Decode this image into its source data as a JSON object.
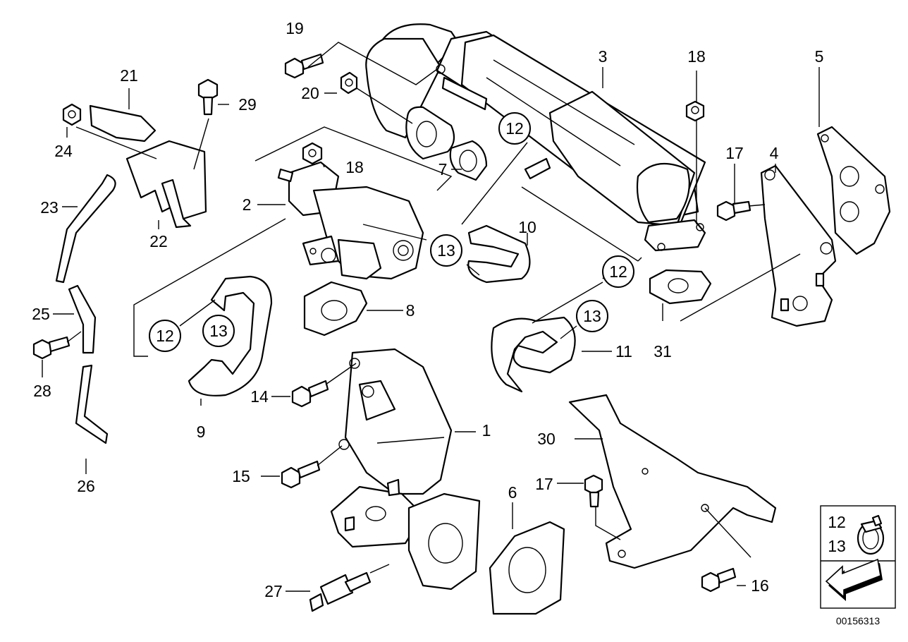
{
  "labels": {
    "p1": "1",
    "p2": "2",
    "p3": "3",
    "p4": "4",
    "p5": "5",
    "p6": "6",
    "p7": "7",
    "p8": "8",
    "p9": "9",
    "p10": "10",
    "p11": "11",
    "p14": "14",
    "p15": "15",
    "p16": "16",
    "p17a": "17",
    "p17b": "17",
    "p18a": "18",
    "p18b": "18",
    "p19": "19",
    "p20": "20",
    "p21": "21",
    "p22": "22",
    "p23": "23",
    "p24": "24",
    "p25": "25",
    "p26": "26",
    "p27": "27",
    "p28": "28",
    "p29": "29",
    "p30": "30",
    "p31": "31"
  },
  "circled": {
    "c12a": "12",
    "c12b": "12",
    "c12c": "12",
    "c13a": "13",
    "c13b": "13",
    "c13c": "13"
  },
  "legend": {
    "item12": "12",
    "item13": "13"
  },
  "reference_number": "00156313"
}
